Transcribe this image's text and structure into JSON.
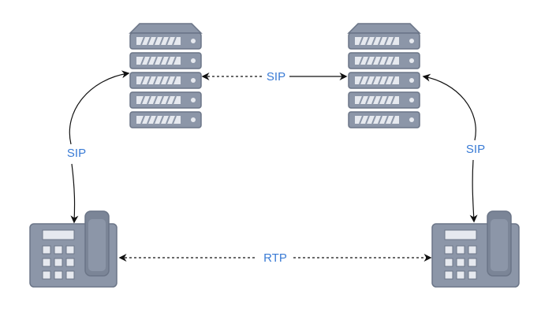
{
  "diagram": {
    "nodes": [
      {
        "id": "server-left",
        "kind": "server",
        "icon": "server-rack-icon"
      },
      {
        "id": "server-right",
        "kind": "server",
        "icon": "server-rack-icon"
      },
      {
        "id": "phone-left",
        "kind": "phone",
        "icon": "desk-phone-icon"
      },
      {
        "id": "phone-right",
        "kind": "phone",
        "icon": "desk-phone-icon"
      }
    ],
    "edges": [
      {
        "from": "server-left",
        "to": "server-right",
        "label": "SIP",
        "style": "dashed",
        "arrows": "both"
      },
      {
        "from": "server-left",
        "to": "phone-left",
        "label": "SIP",
        "style": "solid",
        "arrows": "both"
      },
      {
        "from": "server-right",
        "to": "phone-right",
        "label": "SIP",
        "style": "solid",
        "arrows": "both"
      },
      {
        "from": "phone-left",
        "to": "phone-right",
        "label": "RTP",
        "style": "dashed",
        "arrows": "both"
      }
    ],
    "colors": {
      "icon_fill": "#8c96a8",
      "icon_stroke": "#6b7587",
      "icon_dark": "#7b8597",
      "icon_light": "#e6e9ef",
      "label": "#3a7bd5",
      "line": "#111111"
    }
  }
}
